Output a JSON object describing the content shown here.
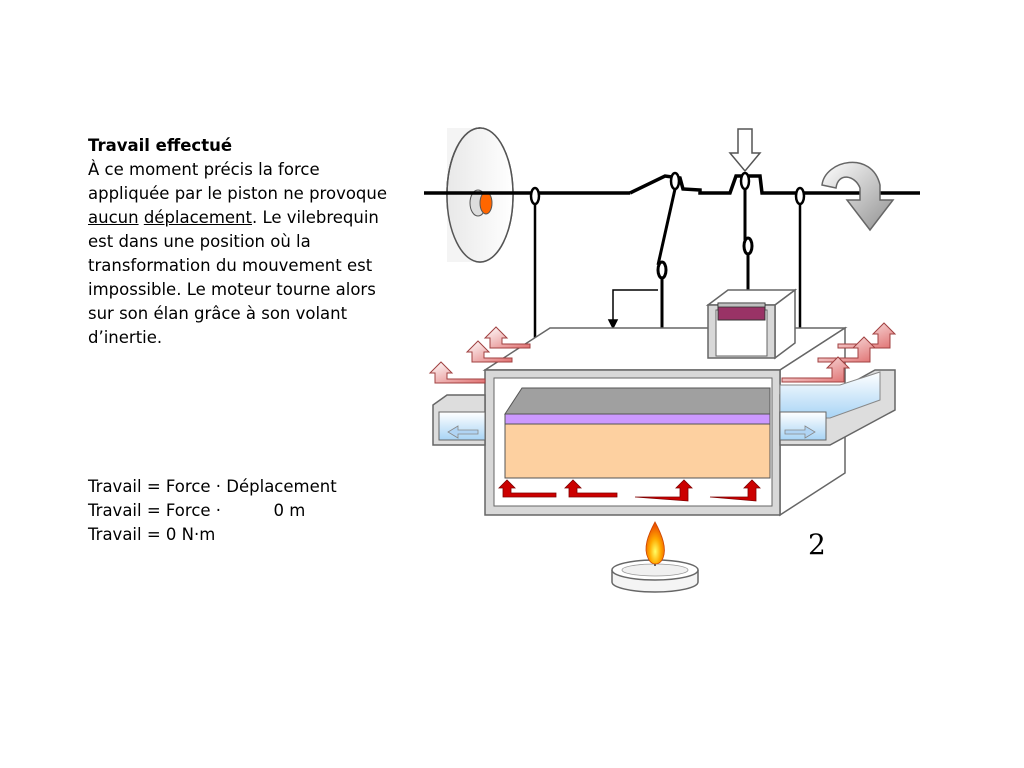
{
  "text": {
    "title": "Travail effectué",
    "para_part1": "À ce moment précis la force appliquée par le piston ne provoque ",
    "underlined_1": "aucun",
    "space": " ",
    "underlined_2": "déplacement",
    "para_part2": ". Le vilebrequin est dans une position où la transformation du mouvement est impossible. Le moteur tourne alors sur son élan grâce à son volant d’inertie."
  },
  "equations": {
    "line1": "Travail = Force · Déplacement",
    "line2": "Travail = Force ·          0 m",
    "line3": "Travail = 0 N·m"
  },
  "slide_number": "2",
  "colors": {
    "sand": "#fdd0a0",
    "piston_purple": "#cc99ff",
    "piston_top": "#a0a0a0",
    "heat_arrow": "#cc0000",
    "water": "#bfe0f8",
    "flame": "#ff9900",
    "wheel_hub": "#ff6600",
    "rod": "#000000",
    "small_piston": "#993366"
  }
}
